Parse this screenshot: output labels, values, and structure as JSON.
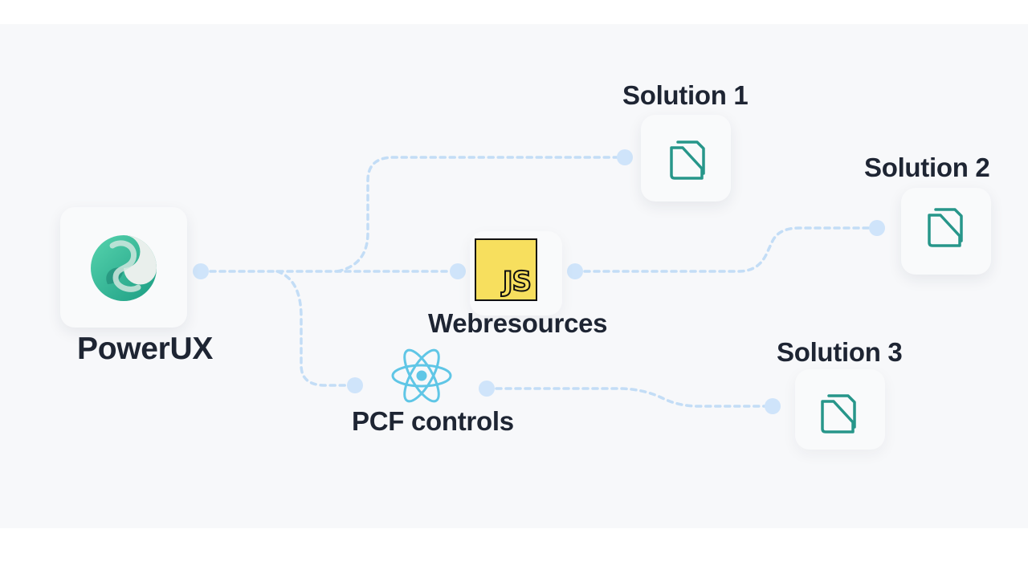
{
  "nodes": {
    "powerux": {
      "label": "PowerUX",
      "icon": "powerux-logo-icon"
    },
    "webresources": {
      "label": "Webresources",
      "badge": "JS",
      "icon": "javascript-icon"
    },
    "pcf": {
      "label": "PCF controls",
      "icon": "react-icon"
    },
    "solution1": {
      "label": "Solution 1",
      "icon": "folder-icon"
    },
    "solution2": {
      "label": "Solution 2",
      "icon": "folder-icon"
    },
    "solution3": {
      "label": "Solution 3",
      "icon": "folder-icon"
    }
  },
  "colors": {
    "text": "#1e2533",
    "connector": "#c3ddf6",
    "connector_dot": "#cfe4fa",
    "folder": "#27968a",
    "react": "#5fc6e6",
    "js_yellow": "#f7df5e",
    "logo_teal": "#3bbf9b"
  }
}
